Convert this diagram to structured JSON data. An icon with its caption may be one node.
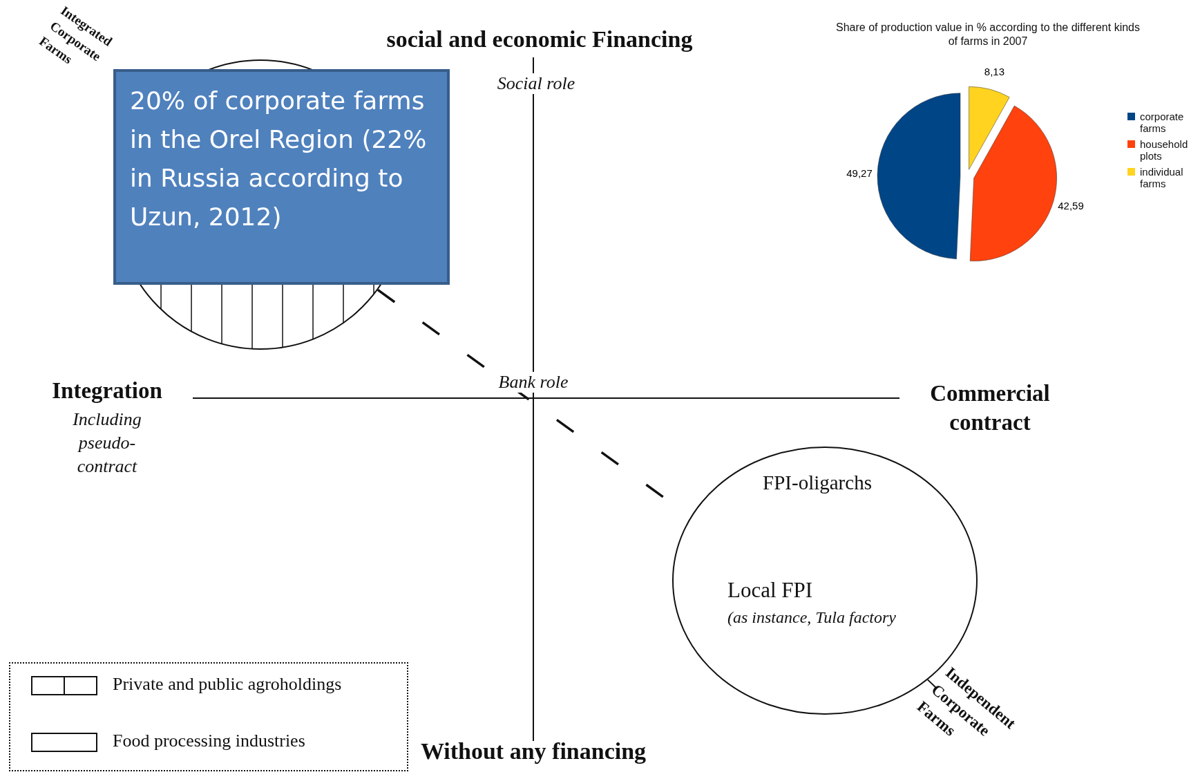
{
  "diagram": {
    "nodes": [
      {
        "text": [],
        "shape": "circle"
      },
      {
        "text": [
          "20% of corporate farms in the Orel Region (22% in Russia according  to Uzun, 2012)"
        ]
      },
      {
        "text": [
          "FPI-oligarchs",
          "Local FPI",
          "(as instance, Tula factory"
        ]
      },
      {
        "text": [
          "Independent Corporate Farms"
        ]
      }
    ],
    "edges": [
      {
        "from": 0,
        "to": 2,
        "arrow": "none",
        "style": "dashed"
      },
      {
        "from": 3,
        "to": 2,
        "arrow": "none"
      }
    ],
    "labels": [
      "Integrated Corporate Farms",
      "social and economic Financing",
      "Social role",
      "Integration",
      "Including pseudo-contract",
      "Bank role",
      "Commercial contract",
      "Without any financing"
    ],
    "legend": [
      {
        "text": "Private and public agroholdings"
      },
      {
        "text": "Food processing industries"
      }
    ],
    "chart_data": {
      "type": "pie",
      "title": "Share of production value in % according to the different kinds of farms in 2007",
      "categories": [
        "corporate farms",
        "household plots",
        "individual farms"
      ],
      "values": [
        49.27,
        42.59,
        8.13
      ],
      "value_labels": [
        "49,27",
        "42,59",
        "8,13"
      ],
      "legend": "right"
    }
  }
}
